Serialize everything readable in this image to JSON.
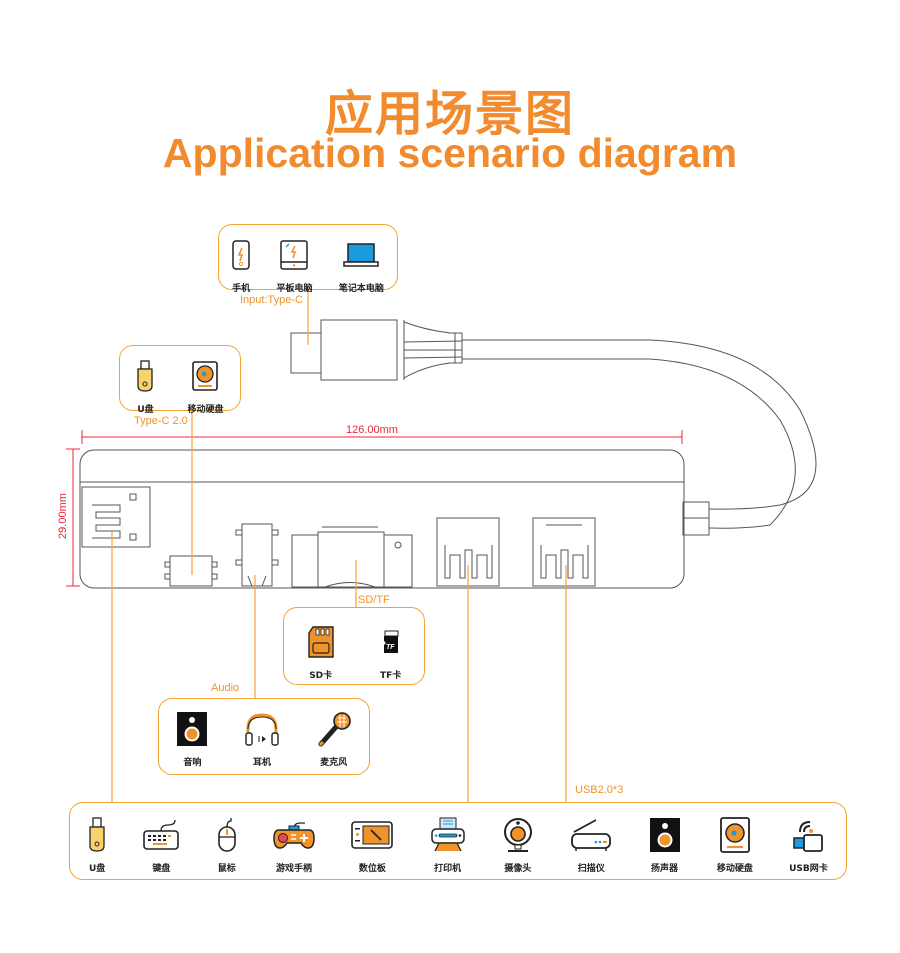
{
  "title": {
    "cn": "应用场景图",
    "en": "Application scenario diagram"
  },
  "colors": {
    "accent": "#f28a2e",
    "box_border": "#f3a333",
    "dimension": "#e8283a",
    "line": "#444444"
  },
  "dimensions": {
    "width": "126.00mm",
    "height": "29.00mm"
  },
  "groups": {
    "input": {
      "label": "Input:Type-C",
      "items": [
        {
          "label": "手机",
          "icon": "phone-icon"
        },
        {
          "label": "平板电脑",
          "icon": "tablet-icon"
        },
        {
          "label": "笔记本电脑",
          "icon": "laptop-icon"
        }
      ]
    },
    "typec": {
      "label": "Type-C 2.0",
      "items": [
        {
          "label": "U盘",
          "icon": "usb-drive-icon"
        },
        {
          "label": "移动硬盘",
          "icon": "hard-drive-icon"
        }
      ]
    },
    "sdtf": {
      "label": "SD/TF",
      "items": [
        {
          "label": "SD卡",
          "icon": "sd-card-icon"
        },
        {
          "label": "TF卡",
          "icon": "tf-card-icon"
        }
      ]
    },
    "audio": {
      "label": "Audio",
      "items": [
        {
          "label": "音响",
          "icon": "speaker-icon"
        },
        {
          "label": "耳机",
          "icon": "headphones-icon"
        },
        {
          "label": "麦克风",
          "icon": "microphone-icon"
        }
      ]
    },
    "usb": {
      "label": "USB2.0*3",
      "items": [
        {
          "label": "U盘",
          "icon": "usb-drive-icon"
        },
        {
          "label": "键盘",
          "icon": "keyboard-icon"
        },
        {
          "label": "鼠标",
          "icon": "mouse-icon"
        },
        {
          "label": "游戏手柄",
          "icon": "gamepad-icon"
        },
        {
          "label": "数位板",
          "icon": "drawing-tablet-icon"
        },
        {
          "label": "打印机",
          "icon": "printer-icon"
        },
        {
          "label": "摄像头",
          "icon": "webcam-icon"
        },
        {
          "label": "扫描仪",
          "icon": "scanner-icon"
        },
        {
          "label": "扬声器",
          "icon": "speaker-icon"
        },
        {
          "label": "移动硬盘",
          "icon": "hard-drive-icon"
        },
        {
          "label": "USB网卡",
          "icon": "wifi-adapter-icon"
        }
      ]
    }
  }
}
